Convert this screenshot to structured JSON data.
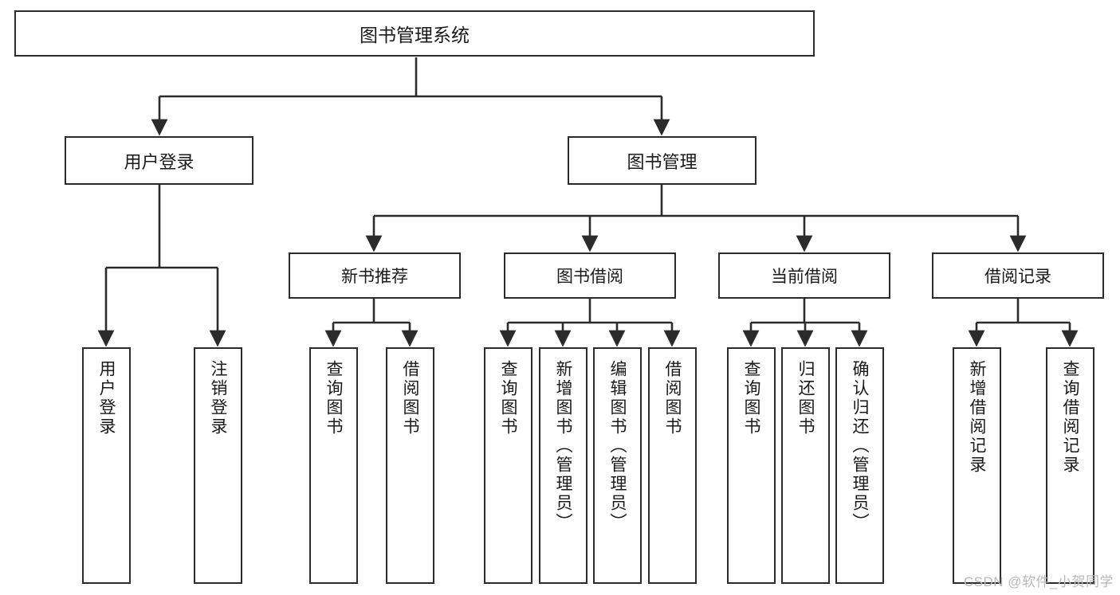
{
  "diagram": {
    "title": "图书管理系统",
    "type": "tree",
    "colors": {
      "stroke": "#2b2b2b",
      "fill": "#ffffff",
      "text": "#1a1a1a",
      "watermark": "#b9b9b9"
    },
    "root": {
      "label": "图书管理系统"
    },
    "level2": [
      {
        "label": "用户登录"
      },
      {
        "label": "图书管理"
      }
    ],
    "level3": [
      {
        "label": "新书推荐"
      },
      {
        "label": "图书借阅"
      },
      {
        "label": "当前借阅"
      },
      {
        "label": "借阅记录"
      }
    ],
    "leaves": {
      "user_login": [
        {
          "label": "用户登录"
        },
        {
          "label": "注销登录"
        }
      ],
      "new_book_recommend": [
        {
          "label": "查询图书"
        },
        {
          "label": "借阅图书"
        }
      ],
      "book_borrow": [
        {
          "label": "查询图书"
        },
        {
          "label": "新增图书（管理员）"
        },
        {
          "label": "编辑图书（管理员）"
        },
        {
          "label": "借阅图书"
        }
      ],
      "current_borrow": [
        {
          "label": "查询图书"
        },
        {
          "label": "归还图书"
        },
        {
          "label": "确认归还（管理员）"
        }
      ],
      "borrow_record": [
        {
          "label": "新增借阅记录"
        },
        {
          "label": "查询借阅记录"
        }
      ]
    },
    "watermark": "CSDN @软件_小贺同学"
  }
}
